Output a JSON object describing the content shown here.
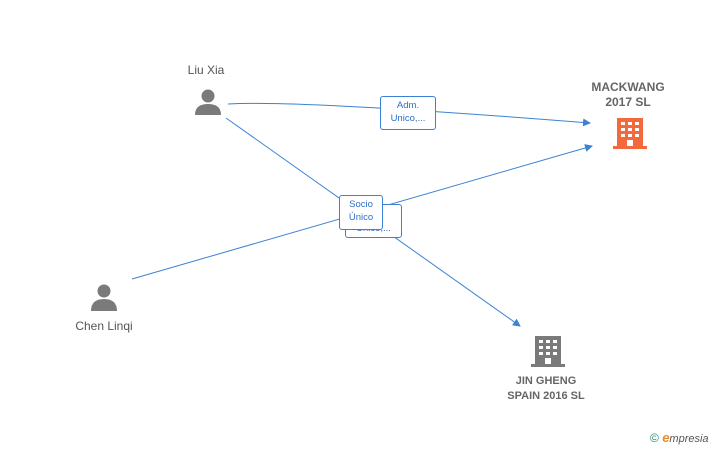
{
  "nodes": {
    "liu_xia": {
      "label": "Liu Xia",
      "type": "person"
    },
    "chen_linqi": {
      "label": "Chen Linqi",
      "type": "person"
    },
    "mackwang": {
      "label_line1": "MACKWANG",
      "label_line2": "2017  SL",
      "type": "company",
      "color": "#f26a3c"
    },
    "jin_gheng": {
      "label_line1": "JIN GHENG",
      "label_line2": "SPAIN 2016  SL",
      "type": "company",
      "color": "#7a7a7a"
    }
  },
  "edges": {
    "adm": {
      "line1": "Adm.",
      "line2": "Unico,..."
    },
    "socio": {
      "line1": "Socio",
      "line2": "Único"
    },
    "behind": {
      "text": "Unico,..."
    }
  },
  "colors": {
    "edge": "#3b82d4",
    "person_icon": "#7a7a7a"
  },
  "watermark": {
    "copyright": "©",
    "brand_e": "e",
    "brand_rest": "mpresia"
  }
}
